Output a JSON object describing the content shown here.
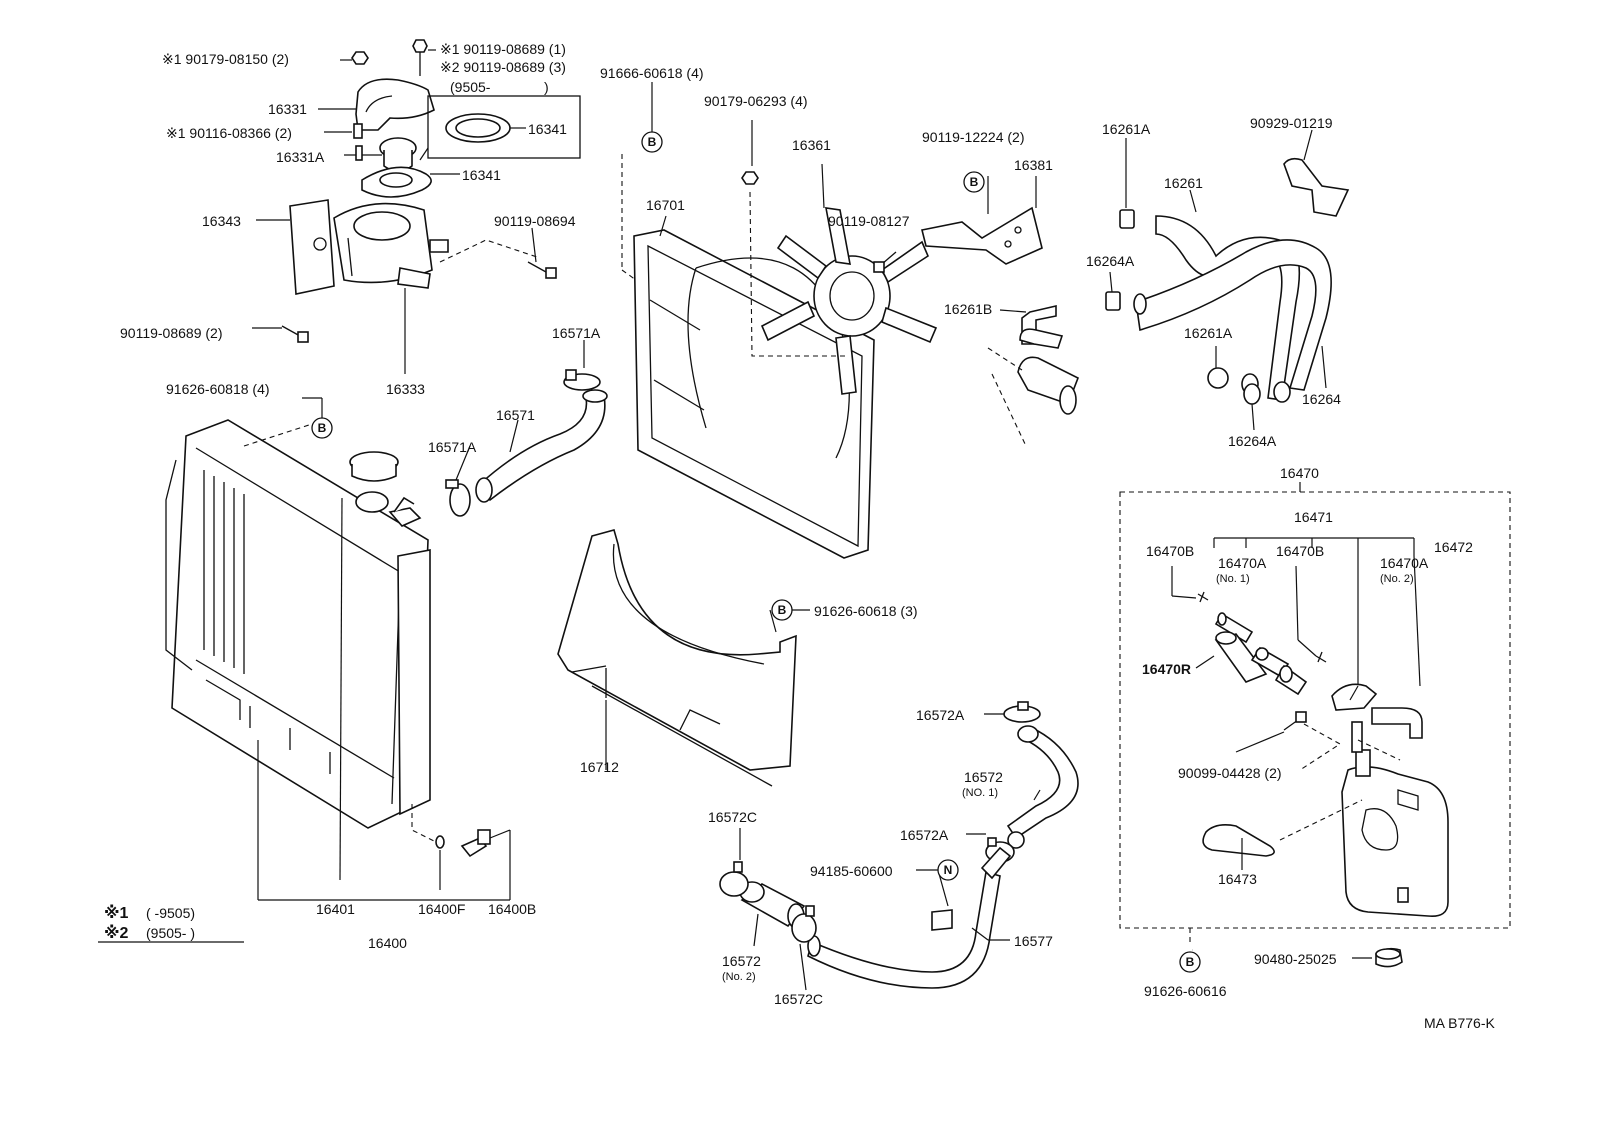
{
  "labels": {
    "l_90179_08150": "※1 90179-08150 (2)",
    "l_90119_08689_1": "※1 90119-08689 (1)",
    "l_90119_08689_3": "※2 90119-08689 (3)",
    "l_9505_open": "(9505-",
    "l_9505_close": ")",
    "l_16331": "16331",
    "l_16341_box": "16341",
    "l_90116_08366": "※1 90116-08366 (2)",
    "l_16331A": "16331A",
    "l_16341": "16341",
    "l_16343": "16343",
    "l_90119_08694": "90119-08694",
    "l_90119_08689_2": "90119-08689 (2)",
    "l_16333": "16333",
    "l_91626_60818": "91626-60818 (4)",
    "l_91666_60618": "91666-60618 (4)",
    "l_90179_06293": "90179-06293 (4)",
    "l_16361": "16361",
    "l_90119_12224": "90119-12224 (2)",
    "l_16381": "16381",
    "l_16701": "16701",
    "l_90119_08127": "90119-08127",
    "l_16571A_top": "16571A",
    "l_16571": "16571",
    "l_16571A_bot": "16571A",
    "l_16261B": "16261B",
    "l_16261A_top": "16261A",
    "l_16261": "16261",
    "l_90929_01219": "90929-01219",
    "l_16264A_top": "16264A",
    "l_16261A_mid": "16261A",
    "l_16264": "16264",
    "l_16264A_bot": "16264A",
    "l_16470": "16470",
    "l_16471": "16471",
    "l_16470B_l": "16470B",
    "l_16470A_1": "16470A",
    "l_no1": "(No. 1)",
    "l_16470B_r": "16470B",
    "l_16470A_2": "16470A",
    "l_no2": "(No. 2)",
    "l_16472": "16472",
    "l_16470R": "16470R",
    "l_90099_04428": "90099-04428 (2)",
    "l_16473": "16473",
    "l_91626_60618": "91626-60618 (3)",
    "l_16712": "16712",
    "l_16572A_top": "16572A",
    "l_16572_no1": "16572",
    "l_no1b": "(NO. 1)",
    "l_16572A_mid": "16572A",
    "l_16572C_top": "16572C",
    "l_94185_60600": "94185-60600",
    "l_16577": "16577",
    "l_16572_no2": "16572",
    "l_no2b": "(No. 2)",
    "l_16572C_bot": "16572C",
    "l_16401": "16401",
    "l_16400F": "16400F",
    "l_16400B": "16400B",
    "l_16400": "16400",
    "l_legend1_key": "※1",
    "l_legend1_val": "(      -9505)",
    "l_legend2_key": "※2",
    "l_legend2_val": "(9505-      )",
    "l_91626_60616": "91626-60616",
    "l_90480_25025": "90480-25025",
    "l_ref": "MA B776-K"
  },
  "markers": {
    "b": "B",
    "n": "N"
  }
}
